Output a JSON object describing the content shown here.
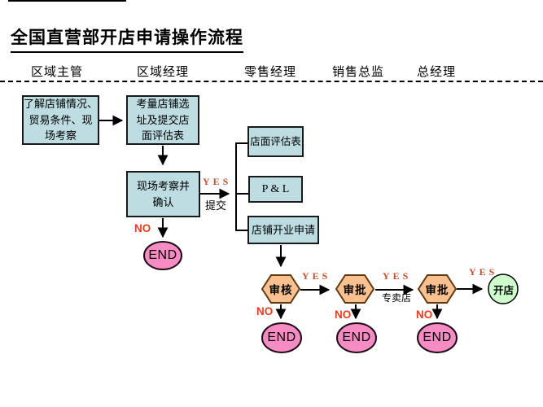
{
  "title": "全国直营部开店申请操作流程",
  "lanes": [
    {
      "label": "区域主管"
    },
    {
      "label": "区域经理"
    },
    {
      "label": "零售经理"
    },
    {
      "label": "销售总监"
    },
    {
      "label": "总经理"
    }
  ],
  "nodes": {
    "understand": {
      "lines": [
        "了解店铺情况、",
        "贸易条件、现",
        "场考察"
      ]
    },
    "evaluate": {
      "lines": [
        "考量店铺选",
        "址及提交店",
        "面评估表"
      ]
    },
    "site_confirm": {
      "lines": [
        "现场考察并",
        "确认"
      ]
    },
    "store_eval_form": {
      "label": "店面评估表"
    },
    "pnl": {
      "label": "P & L"
    },
    "opening_application": {
      "label": "店铺开业申请"
    },
    "review": {
      "label": "审核"
    },
    "approve1": {
      "label": "审批"
    },
    "approve2": {
      "label": "审批"
    },
    "end": {
      "label": "END"
    },
    "open_store": {
      "label": "开店"
    }
  },
  "edge_labels": {
    "yes": "YES",
    "no": "NO",
    "submit": "提交",
    "franchise": "专卖店"
  },
  "colors": {
    "process_fill": "#bedde2",
    "decision_fill": "#fac090",
    "decision_border": "#5f3b12",
    "end_fill": "#f78cc5",
    "open_fill": "#ccffcc",
    "yes_text": "#c0512e",
    "no_text": "#e63e1a"
  }
}
